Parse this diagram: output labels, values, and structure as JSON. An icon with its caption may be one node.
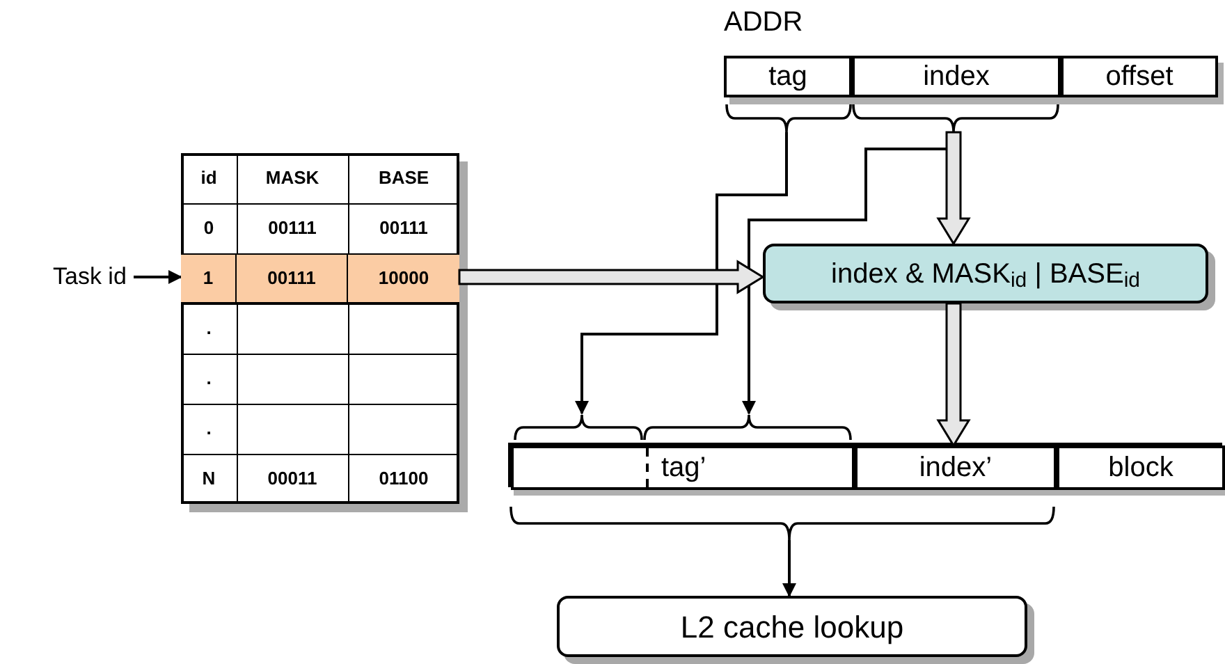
{
  "diagram": {
    "nodes": [
      {
        "text": [
          "Task id"
        ]
      },
      {
        "text": [
          "1",
          "00111",
          "10000"
        ]
      },
      {
        "text": [
          "ADDR"
        ]
      },
      {
        "text": [
          "tag"
        ],
        "in": 2
      },
      {
        "text": [
          "index"
        ],
        "in": 2
      },
      {
        "text": [
          "offset"
        ],
        "in": 2
      },
      {
        "text": [
          "index & MASK$_{id}$ | BASE$_{id}$"
        ]
      },
      {
        "text": [],
        "shape": "box"
      },
      {
        "text": [
          "tag’"
        ],
        "in": 7
      },
      {
        "text": [
          "index’"
        ],
        "in": 7
      },
      {
        "text": [
          "block"
        ],
        "in": 7
      },
      {
        "text": [
          "L2 cache lookup"
        ]
      }
    ],
    "edges": [
      {
        "from": 0,
        "to": 1,
        "arrow": "to"
      },
      {
        "from": 1,
        "to": 6,
        "arrow": "to",
        "style": "thick"
      },
      {
        "from": 4,
        "to": 6,
        "arrow": "to",
        "style": "thick"
      },
      {
        "from": 3,
        "to": 8,
        "arrow": "to"
      },
      {
        "from": 4,
        "to": 8,
        "arrow": "to"
      },
      {
        "from": 6,
        "to": 9,
        "arrow": "to",
        "style": "thick"
      },
      {
        "from": 7,
        "to": 11,
        "arrow": "to"
      }
    ],
    "labels": [
      "id",
      "MASK",
      "BASE",
      "0",
      "00111",
      "00111",
      ".",
      ".",
      ".",
      "N",
      "00011",
      "01100"
    ]
  }
}
